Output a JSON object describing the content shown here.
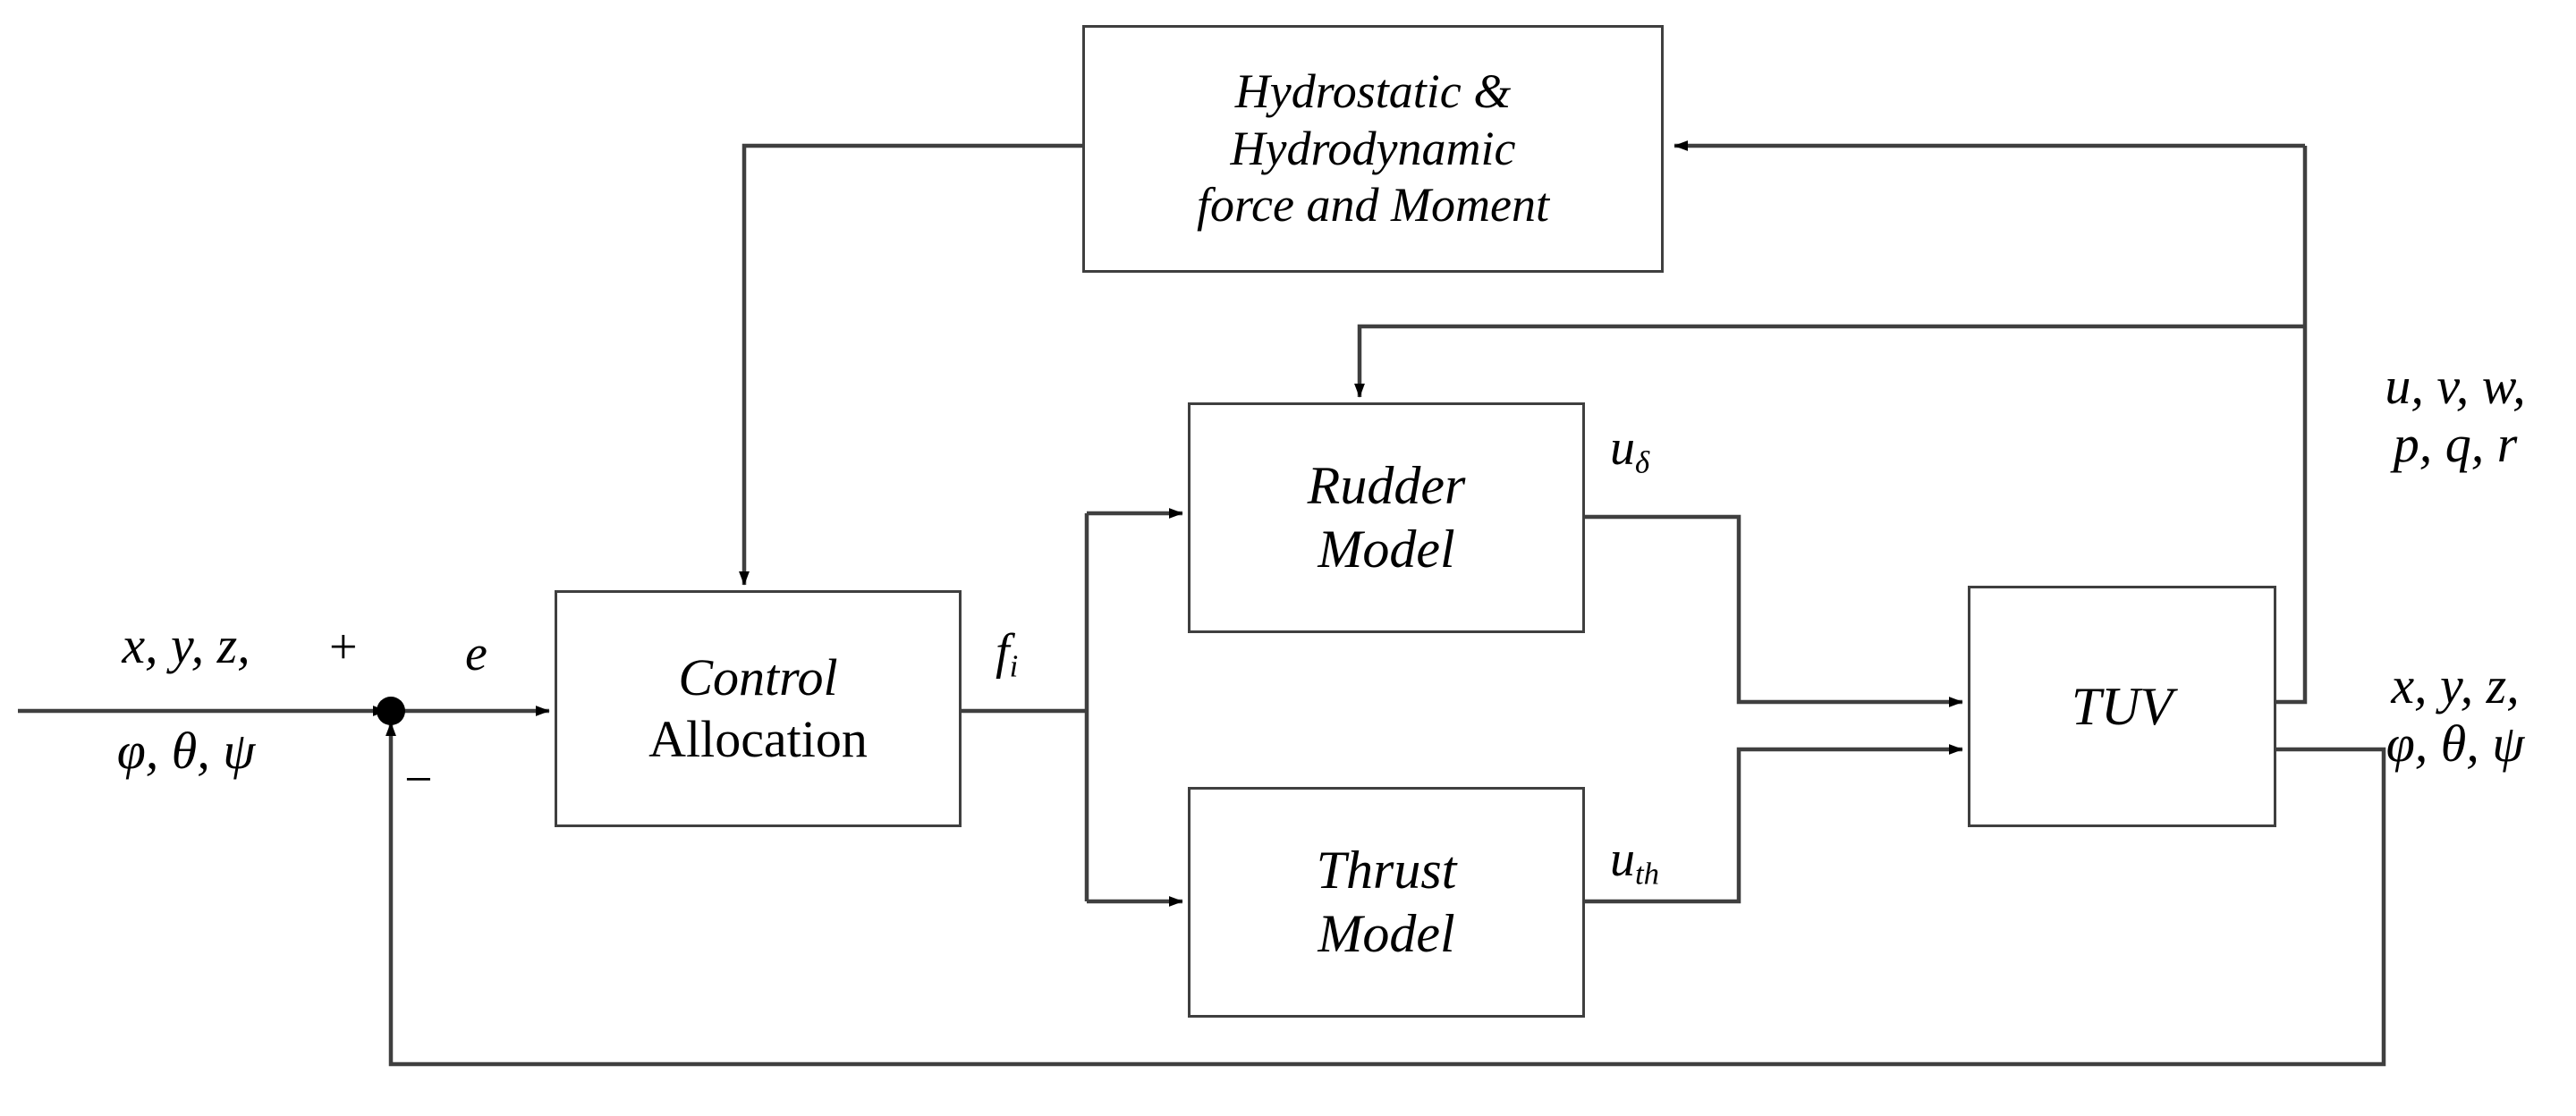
{
  "diagram": {
    "title": "TUV control system block diagram",
    "line_color": "#3f3f3f",
    "text_color": "#000000",
    "background": "#ffffff"
  },
  "blocks": {
    "hydro": {
      "line1": "Hydrostatic &",
      "line2": "Hydrodynamic",
      "line3": "force and Moment"
    },
    "rudder": {
      "line1": "Rudder",
      "line2": "Model"
    },
    "thrust": {
      "line1": "Thrust",
      "line2": "Model"
    },
    "control": {
      "line1": "Control",
      "line2": "Allocation"
    },
    "tuv": {
      "line1": "TUV"
    }
  },
  "signals": {
    "reference_line1": "x, y, z,",
    "reference_line2": "φ, θ, ψ",
    "plus_sign": "+",
    "minus_sign": "−",
    "error": "e",
    "forces": "f",
    "forces_sub": "i",
    "rudder_out": "u",
    "rudder_out_sub": "δ",
    "thrust_out": "u",
    "thrust_out_sub": "th",
    "velocity_line1": "u, v, w,",
    "velocity_line2": "p, q, r",
    "position_line1": "x, y, z,",
    "position_line2": "φ, θ, ψ"
  }
}
